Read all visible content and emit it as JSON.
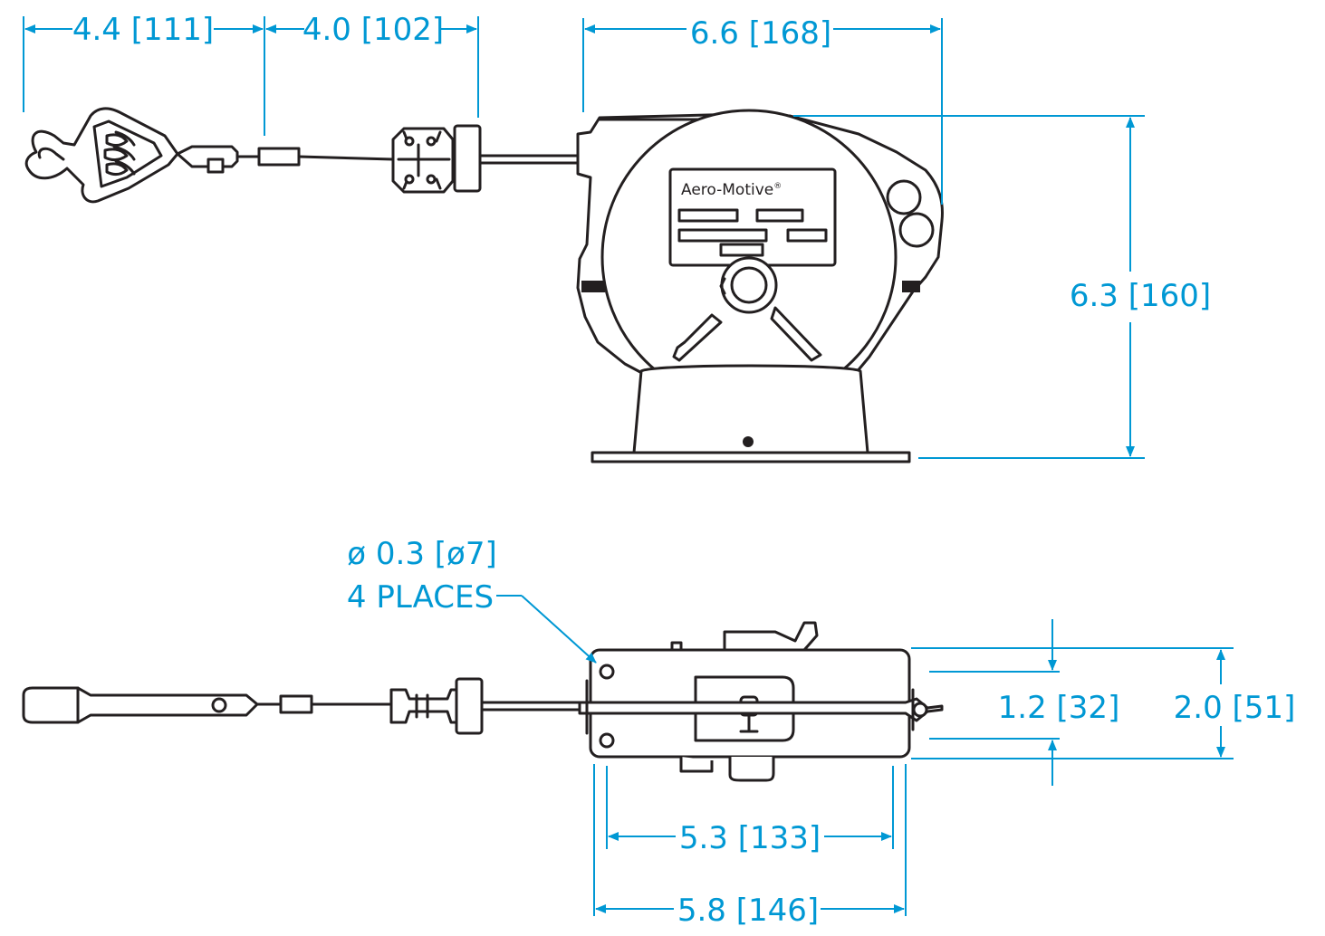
{
  "brand": {
    "name": "Aero-Motive",
    "mark": "®"
  },
  "dimensions": {
    "handle_length": "4.4 [111]",
    "stop_length": "4.0 [102]",
    "reel_width": "6.6 [168]",
    "reel_height": "6.3 [160]",
    "hole_diameter": "ø 0.3 [ø7]",
    "hole_count": "4 PLACES",
    "hole_spacing_depth": "1.2 [32]",
    "base_depth": "2.0 [51]",
    "hole_spacing_length": "5.3 [133]",
    "base_length": "5.8 [146]"
  },
  "colors": {
    "dimension": "#0098d4",
    "outline": "#231f20"
  }
}
